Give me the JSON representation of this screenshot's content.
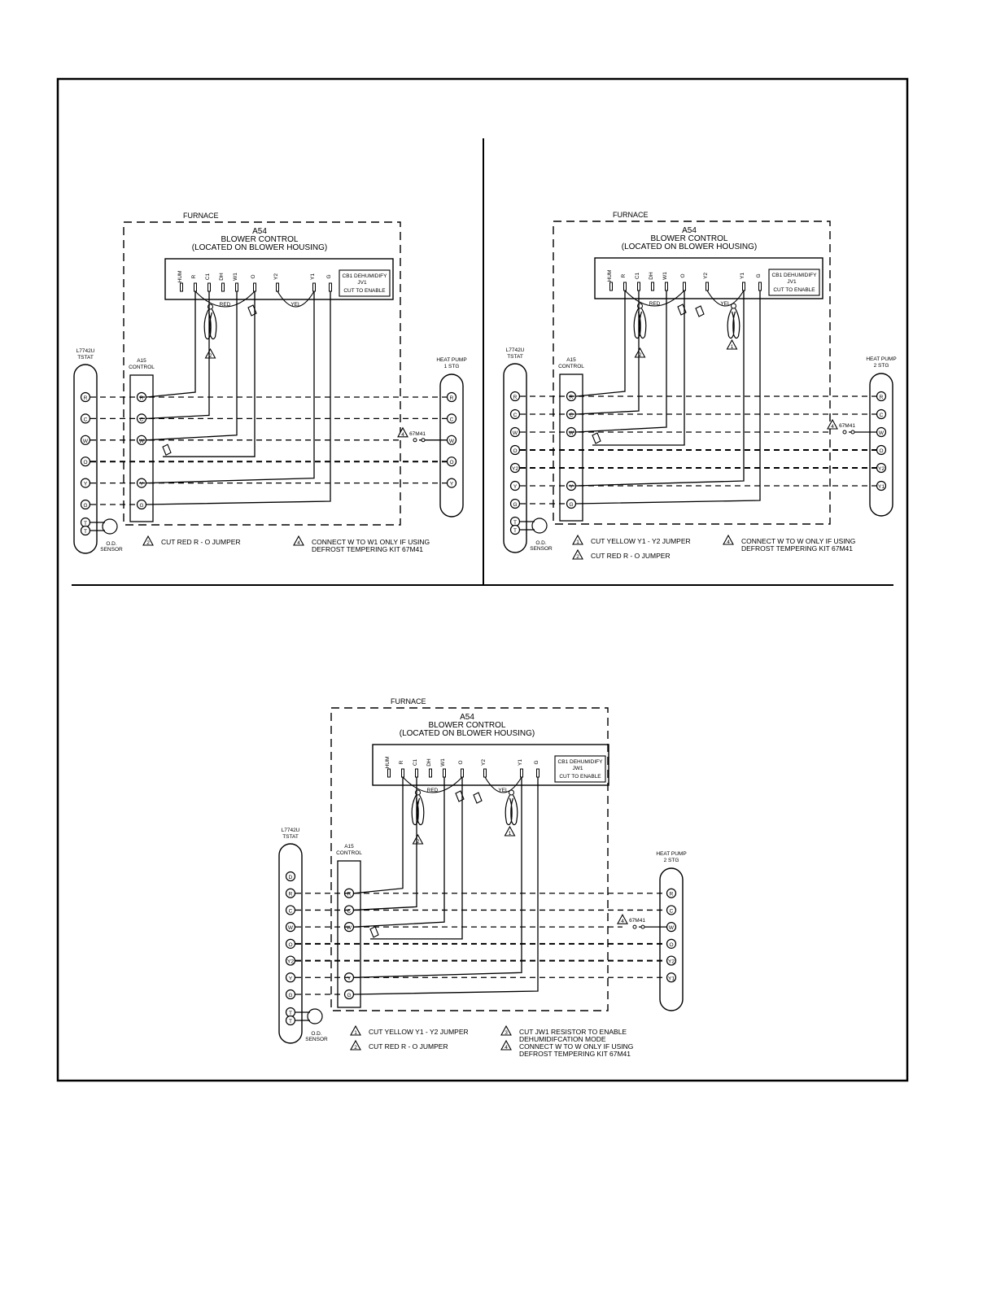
{
  "diagrams": [
    {
      "furnace_label": "FURNACE",
      "control_title": "A54",
      "control_sub1": "BLOWER CONTROL",
      "control_sub2": "(LOCATED ON BLOWER HOUSING)",
      "terminals": [
        "HUM",
        "R",
        "C1",
        "DH",
        "W1",
        "O",
        "Y2",
        "Y1",
        "G"
      ],
      "jumper_red": "RED",
      "jumper_yel": "YEL",
      "dehum_box": [
        "CB1 DEHUMIDIFY",
        "JV1",
        "CUT TO ENABLE"
      ],
      "tstat_title": [
        "L7742U",
        "TSTAT"
      ],
      "tstat_terms": [
        "R",
        "C",
        "W",
        "O",
        "Y",
        "G",
        "T",
        "T"
      ],
      "a15_title": [
        "A15",
        "CONTROL"
      ],
      "a15_terms": [
        "R",
        "C",
        "W",
        "Y",
        "G"
      ],
      "hp_title": [
        "HEAT PUMP",
        "1 STG"
      ],
      "hp_terms": [
        "R",
        "C",
        "W",
        "O",
        "Y"
      ],
      "kit_label": "67M41",
      "sensor_label": [
        "O.D.",
        "SENSOR"
      ],
      "notes": [
        {
          "num": "2",
          "text": [
            "CUT RED R - O JUMPER"
          ]
        },
        {
          "num": "4",
          "text": [
            "CONNECT W TO W1 ONLY IF USING",
            "DEFROST TEMPERING KIT 67M41"
          ]
        }
      ]
    },
    {
      "furnace_label": "FURNACE",
      "control_title": "A54",
      "control_sub1": "BLOWER CONTROL",
      "control_sub2": "(LOCATED ON BLOWER HOUSING)",
      "terminals": [
        "HUM",
        "R",
        "C1",
        "DH",
        "W1",
        "O",
        "Y2",
        "Y1",
        "G"
      ],
      "jumper_red": "RED",
      "jumper_yel": "YEL",
      "dehum_box": [
        "CB1 DEHUMIDIFY",
        "JV1",
        "CUT TO ENABLE"
      ],
      "tstat_title": [
        "L7742U",
        "TSTAT"
      ],
      "tstat_terms": [
        "R",
        "C",
        "W",
        "O",
        "Y2",
        "Y",
        "G",
        "T",
        "T"
      ],
      "a15_title": [
        "A15",
        "CONTROL"
      ],
      "a15_terms": [
        "R",
        "C",
        "W",
        "Y",
        "G"
      ],
      "hp_title": [
        "HEAT PUMP",
        "2 STG"
      ],
      "hp_terms": [
        "R",
        "C",
        "W",
        "O",
        "Y2",
        "Y1"
      ],
      "kit_label": "67M41",
      "sensor_label": [
        "O.D.",
        "SENSOR"
      ],
      "notes": [
        {
          "num": "1",
          "text": [
            "CUT YELLOW Y1 - Y2 JUMPER"
          ]
        },
        {
          "num": "2",
          "text": [
            "CUT RED R - O JUMPER"
          ]
        },
        {
          "num": "4",
          "text": [
            "CONNECT W TO W ONLY IF USING",
            "DEFROST TEMPERING KIT 67M41"
          ]
        }
      ]
    },
    {
      "furnace_label": "FURNACE",
      "control_title": "A54",
      "control_sub1": "BLOWER CONTROL",
      "control_sub2": "(LOCATED ON BLOWER HOUSING)",
      "terminals": [
        "HUM",
        "R",
        "C1",
        "DH",
        "W1",
        "O",
        "Y2",
        "Y1",
        "G"
      ],
      "jumper_red": "RED",
      "jumper_yel": "YEL",
      "dehum_box": [
        "CB1 DEHUMIDIFY",
        "JW1",
        "CUT TO ENABLE"
      ],
      "tstat_title": [
        "L7742U",
        "TSTAT"
      ],
      "tstat_terms": [
        "D",
        "R",
        "C",
        "W",
        "O",
        "Y2",
        "Y",
        "G",
        "T",
        "T"
      ],
      "a15_title": [
        "A15",
        "CONTROL"
      ],
      "a15_terms": [
        "R",
        "C",
        "W",
        "Y",
        "G"
      ],
      "hp_title": [
        "HEAT PUMP",
        "2 STG"
      ],
      "hp_terms": [
        "R",
        "C",
        "W",
        "O",
        "Y2",
        "Y1"
      ],
      "kit_label": "67M41",
      "sensor_label": [
        "O.D.",
        "SENSOR"
      ],
      "notes": [
        {
          "num": "1",
          "text": [
            "CUT YELLOW Y1 - Y2 JUMPER"
          ]
        },
        {
          "num": "2",
          "text": [
            "CUT RED R - O JUMPER"
          ]
        },
        {
          "num": "3",
          "text": [
            "CUT JW1 RESISTOR TO ENABLE",
            "DEHUMIDIFCATION MODE"
          ]
        },
        {
          "num": "4",
          "text": [
            "CONNECT W TO W ONLY IF USING",
            "DEFROST TEMPERING KIT 67M41"
          ]
        }
      ]
    }
  ]
}
